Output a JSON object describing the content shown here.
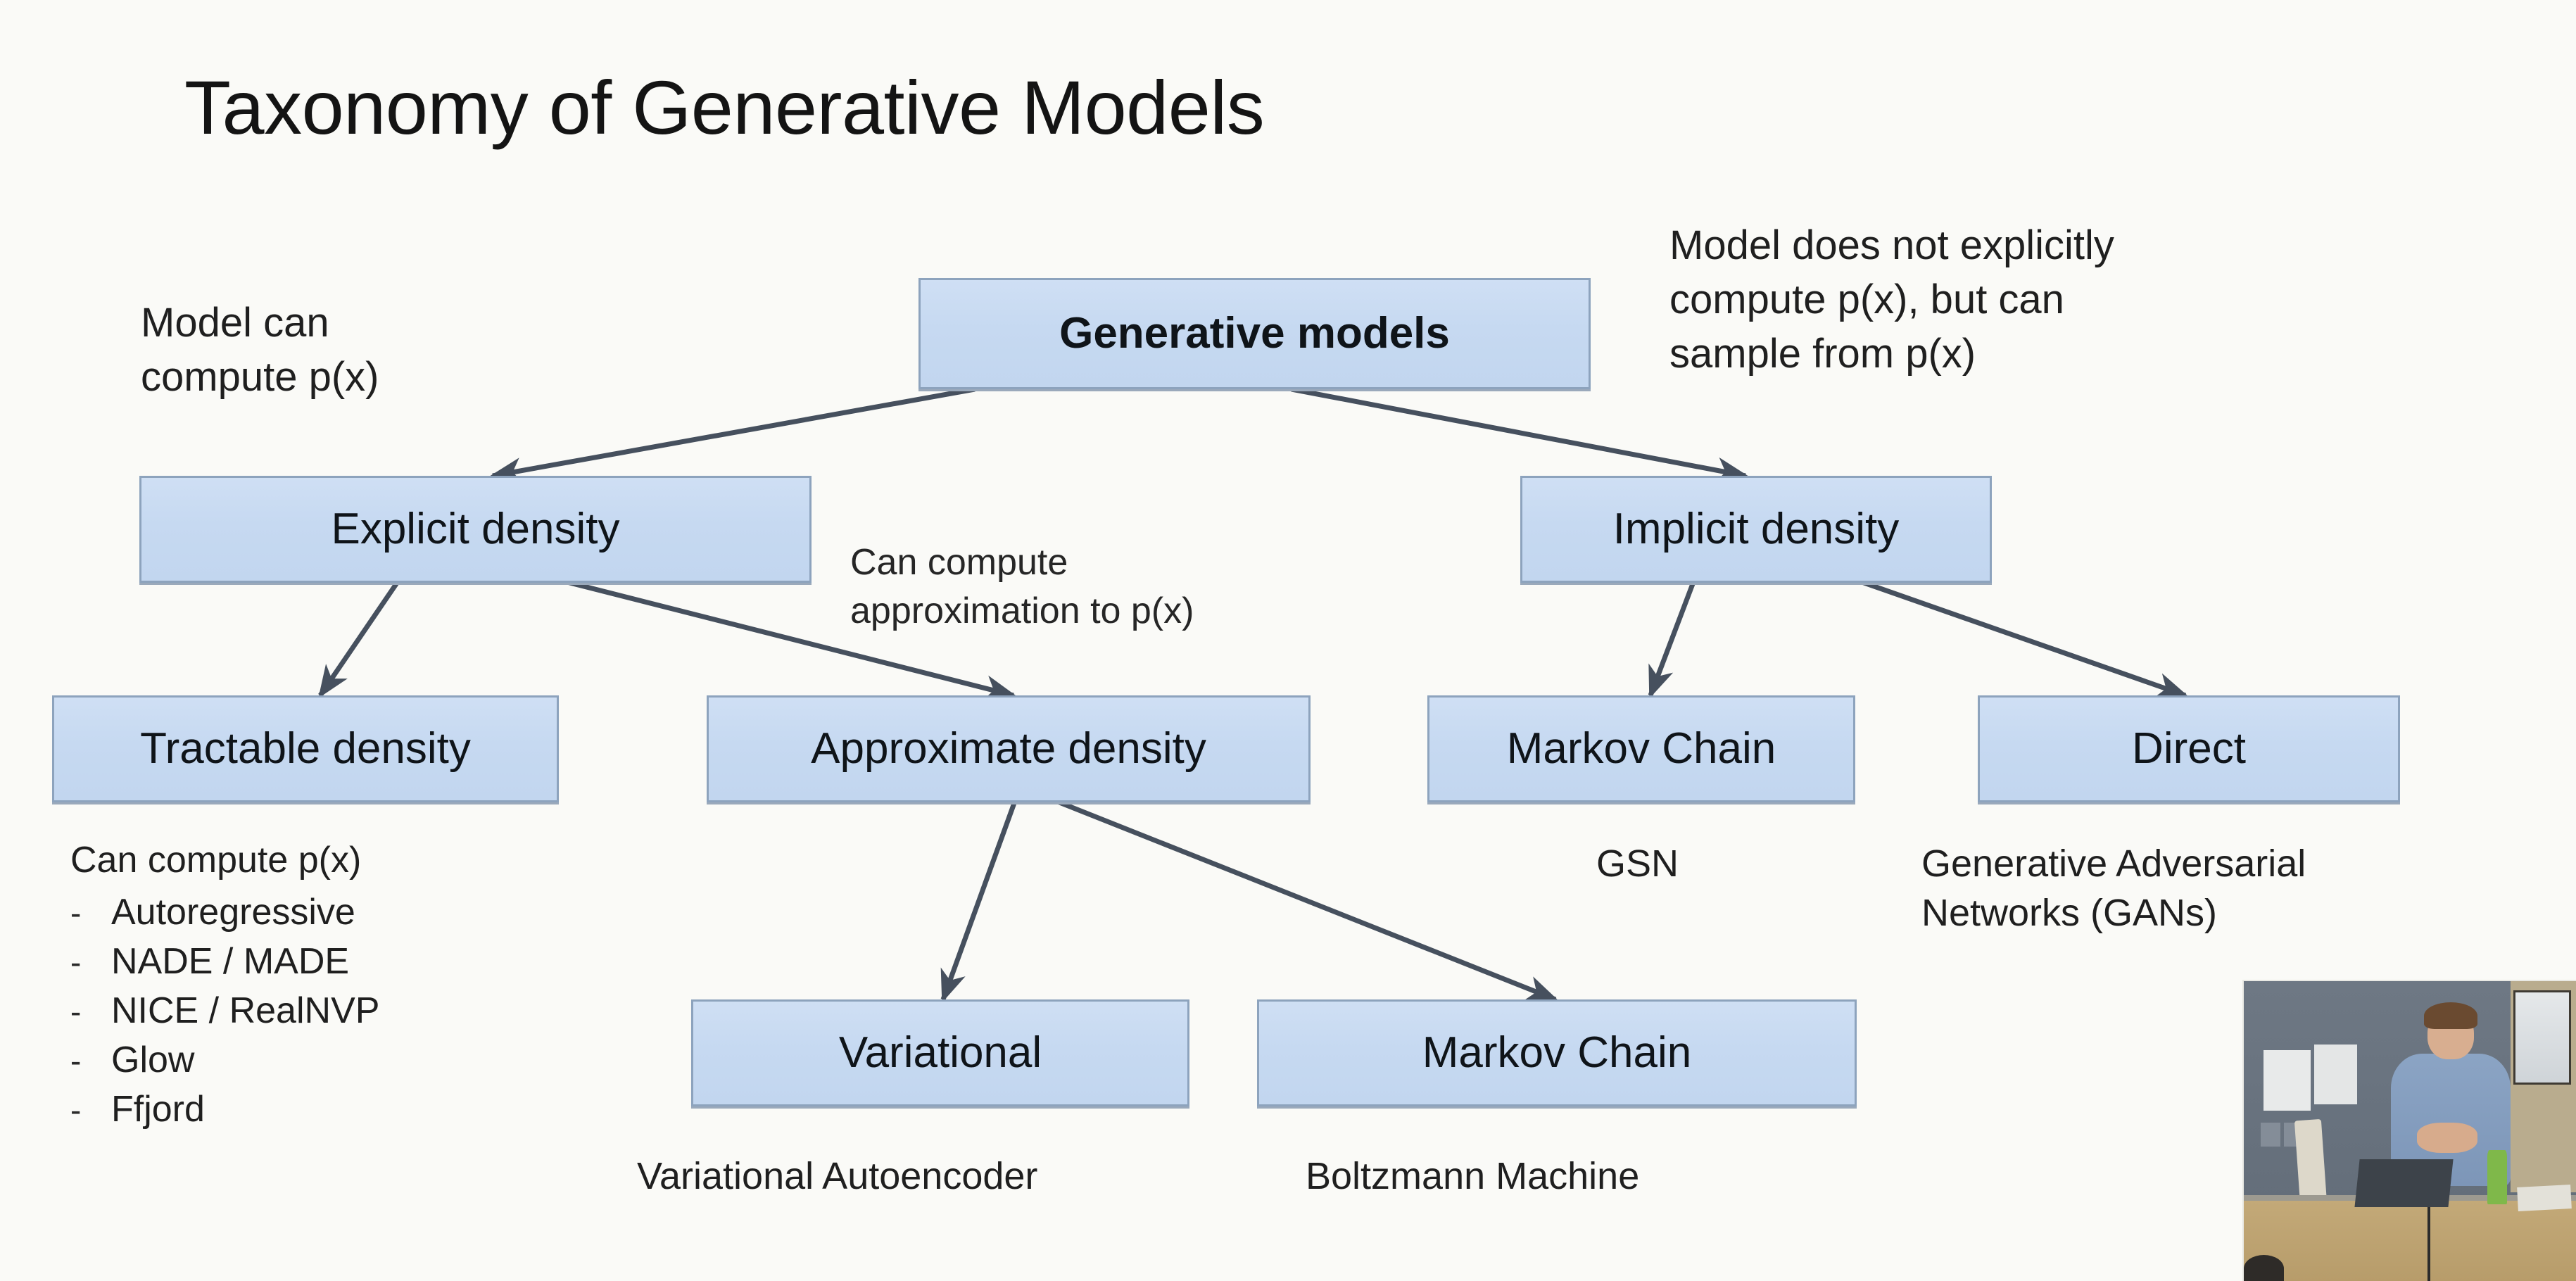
{
  "slide": {
    "title": "Taxonomy of Generative Models",
    "background_color": "#fafaf7",
    "node_fill_color": "#c6d9f1",
    "node_border_color": "#8da3bd",
    "edge_color": "#46505e"
  },
  "nodes": {
    "root": "Generative models",
    "explicit": "Explicit density",
    "implicit": "Implicit density",
    "tractable": "Tractable density",
    "approximate": "Approximate density",
    "markov_implicit": "Markov Chain",
    "direct": "Direct",
    "variational": "Variational",
    "markov_approx": "Markov Chain"
  },
  "annotations": {
    "left_top": "Model can\ncompute p(x)",
    "right_top": "Model does not explicitly\ncompute p(x), but can\nsample from p(x)",
    "middle": "Can compute\napproximation to p(x)"
  },
  "captions": {
    "gsn": "GSN",
    "gan": "Generative Adversarial\nNetworks (GANs)",
    "vae": "Variational Autoencoder",
    "boltzmann": "Boltzmann Machine"
  },
  "tractable_list": {
    "heading": "Can compute p(x)",
    "bullet_marker": "-",
    "items": [
      "Autoregressive",
      "NADE / MADE",
      "NICE / RealNVP",
      "Glow",
      "Ffjord"
    ]
  },
  "video_overlay": {
    "label": "lecturer-webcam-feed"
  }
}
